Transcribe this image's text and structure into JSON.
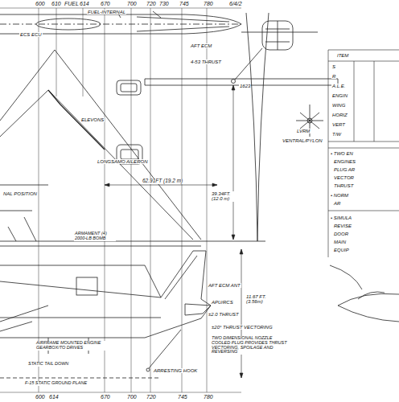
{
  "diagram": {
    "labels": [
      "600",
      "610",
      "FUEL",
      "614",
      "670",
      "700",
      "720",
      "730",
      "745",
      "780",
      "6/4/2",
      "FUEL-INTERNAL",
      "ECS ECU",
      "AFT ECM",
      "4-53 THRUST",
      "1623",
      "ELEVONS",
      "LONGSAMO AILERON",
      "62.91FT (19.2 m)",
      "39.34FT. (12.0 m)",
      "LVRM",
      "VENTRAL/PYLON",
      "NAL POSITION",
      "ARMAMENT (4) 2000-LB BOMB",
      "AFT ECM ANT",
      "APU/RCS",
      "±2.0 THRUST",
      "±20° THRUST VECTORING",
      "TWO DIMENSIONAL NOZZLE COOLED PLUG PROVIDES THRUST VECTORING, SPOILAGE AND REVERSING",
      "ARRESTING HOOK",
      "AIRFRAME MOUNTED ENGINE GEARBOX/TO DRIVES",
      "STATIC TAIL DOWN",
      "F-15 STATIC GROUND PLANE",
      "11.67 FT. (3.56m)",
      "600",
      "614",
      "670",
      "700",
      "720",
      "745",
      "780",
      "ITEM",
      "S",
      "R",
      "A.L.E.",
      "ENGIN",
      "WING",
      "HORIZ",
      "VERT",
      "T/W",
      "• TWO EN",
      "ENGINES",
      "PLUG AR",
      "VECTOR",
      "THRUST",
      "• NORM",
      "AR",
      "• SIMULA",
      "REVISE",
      "DOOR",
      "MAIN",
      "EQUIP"
    ]
  }
}
